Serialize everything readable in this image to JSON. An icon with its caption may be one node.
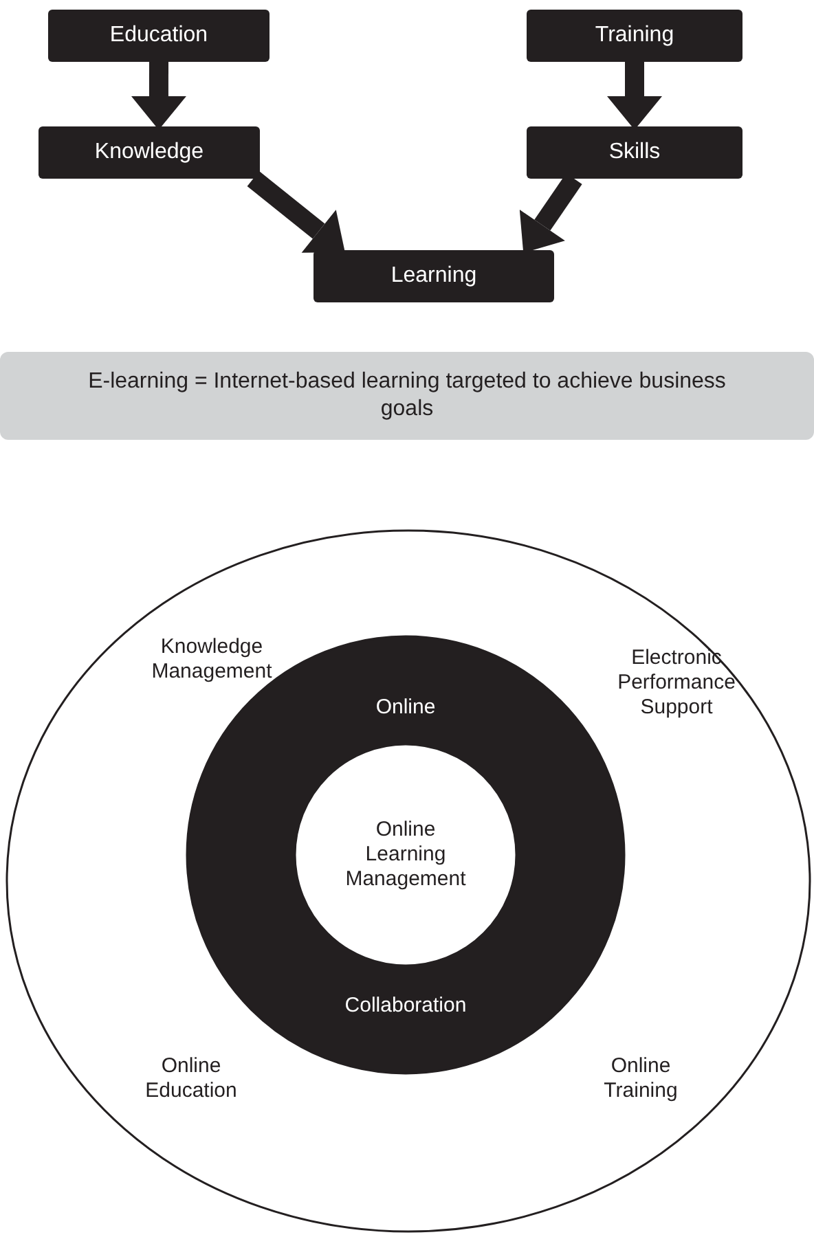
{
  "diagram": {
    "nodes": [
      {
        "text": [
          "Education"
        ]
      },
      {
        "text": [
          "Training"
        ]
      },
      {
        "text": [
          "Knowledge"
        ]
      },
      {
        "text": [
          "Skills"
        ]
      },
      {
        "text": [
          "Learning"
        ]
      },
      {
        "text": [
          "E-learning = Internet-based learning targeted to achieve business goals"
        ]
      },
      {
        "text": [
          "Knowledge Management",
          "Electronic Performance Support",
          "Online Education",
          "Online Training"
        ]
      },
      {
        "text": [
          "Online",
          "Collaboration"
        ],
        "in": 6
      },
      {
        "text": [
          "Online Learning Management"
        ],
        "in": 7
      }
    ],
    "edges": [
      {
        "from": 0,
        "to": 2,
        "arrow": "to"
      },
      {
        "from": 1,
        "to": 3,
        "arrow": "to"
      },
      {
        "from": 2,
        "to": 4,
        "arrow": "to"
      },
      {
        "from": 3,
        "to": 4,
        "arrow": "to"
      }
    ]
  }
}
